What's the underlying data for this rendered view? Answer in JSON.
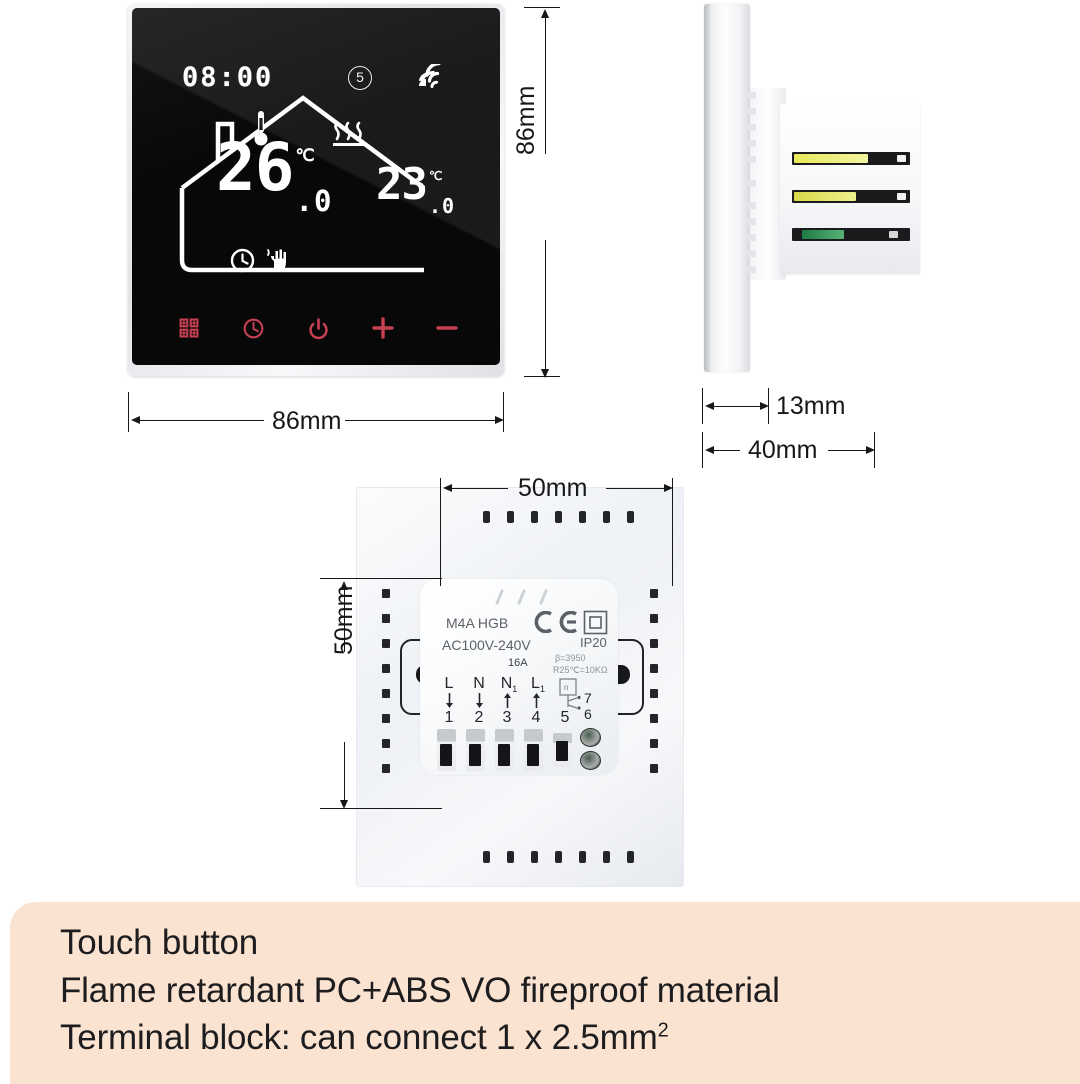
{
  "product": {
    "model": "M4A HGB",
    "voltage": "AC100V-240V",
    "current_rating": "16A",
    "ip_rating": "IP20",
    "cert_mark": "CE",
    "sensor_spec_1": "β=3950",
    "sensor_spec_2": "R25℃=10KΩ"
  },
  "display": {
    "time": "08:00",
    "day_indicator": "5",
    "wifi_icon": "wifi-icon",
    "house_icon": "house-icon",
    "thermometer_icon": "thermometer-icon",
    "heatwave_icon": "heat-waves-icon",
    "clock_icon": "clock-icon",
    "hand_icon": "manual-hand-icon",
    "temp_main_int": "26",
    "temp_main_dec": ".0",
    "temp_main_unit": "℃",
    "temp_secondary_int": "23",
    "temp_secondary_dec": ".0",
    "temp_secondary_unit": "℃"
  },
  "touch_buttons": [
    {
      "name": "menu-grid-icon",
      "label": "Menu"
    },
    {
      "name": "clock-icon",
      "label": "Clock"
    },
    {
      "name": "power-icon",
      "label": "Power"
    },
    {
      "name": "plus-icon",
      "label": "Increase"
    },
    {
      "name": "minus-icon",
      "label": "Decrease"
    }
  ],
  "dimensions": {
    "front_height": "86mm",
    "front_width": "86mm",
    "side_depth_front": "13mm",
    "side_depth_total": "40mm",
    "back_width": "50mm",
    "back_height": "50mm"
  },
  "terminals": [
    {
      "label": "L",
      "sub": "",
      "dir": "down",
      "number": "1"
    },
    {
      "label": "N",
      "sub": "",
      "dir": "down",
      "number": "2"
    },
    {
      "label": "N",
      "sub": "1",
      "dir": "up",
      "number": "3"
    },
    {
      "label": "L",
      "sub": "1",
      "dir": "up",
      "number": "4"
    },
    {
      "label": "",
      "sub": "",
      "dir": "",
      "number": "5"
    }
  ],
  "sensor_terminals": {
    "upper": "7",
    "lower": "6"
  },
  "caption": {
    "line1": "Touch button",
    "line2": "Flame retardant PC+ABS VO fireproof material",
    "line3_pre": "Terminal block: can connect 1 x 2.5mm",
    "line3_sup": "2"
  },
  "colors": {
    "panel_bg": "#fbe3d1",
    "glass": "#050505",
    "lcd_text": "#ffffff",
    "touch_red": "#d6455a",
    "dim_line": "#17181a"
  }
}
